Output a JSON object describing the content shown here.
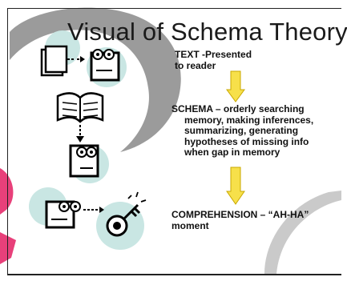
{
  "slide": {
    "title": "Visual of Schema Theory",
    "text_block": {
      "label": "TEXT -Presented",
      "continuation": "to reader"
    },
    "schema_block": {
      "label": "SCHEMA – orderly searching",
      "lines": [
        "memory, making inferences,",
        "summarizing, generating",
        "hypotheses of missing info",
        "when gap in memory"
      ]
    },
    "comprehension_block": {
      "label": "COMPREHENSION – “AH-HA”",
      "continuation": "moment"
    }
  },
  "colors": {
    "arrow_fill": "#f7e04a",
    "arrow_stroke": "#c9a800",
    "circle_fill": "#c9e6e3",
    "swirl": "#8a8a8a",
    "pink": "#e8407a"
  },
  "icons": [
    "document-arrow-reader-icon",
    "open-book-icon",
    "reader-head-icon",
    "reader-key-icon"
  ]
}
